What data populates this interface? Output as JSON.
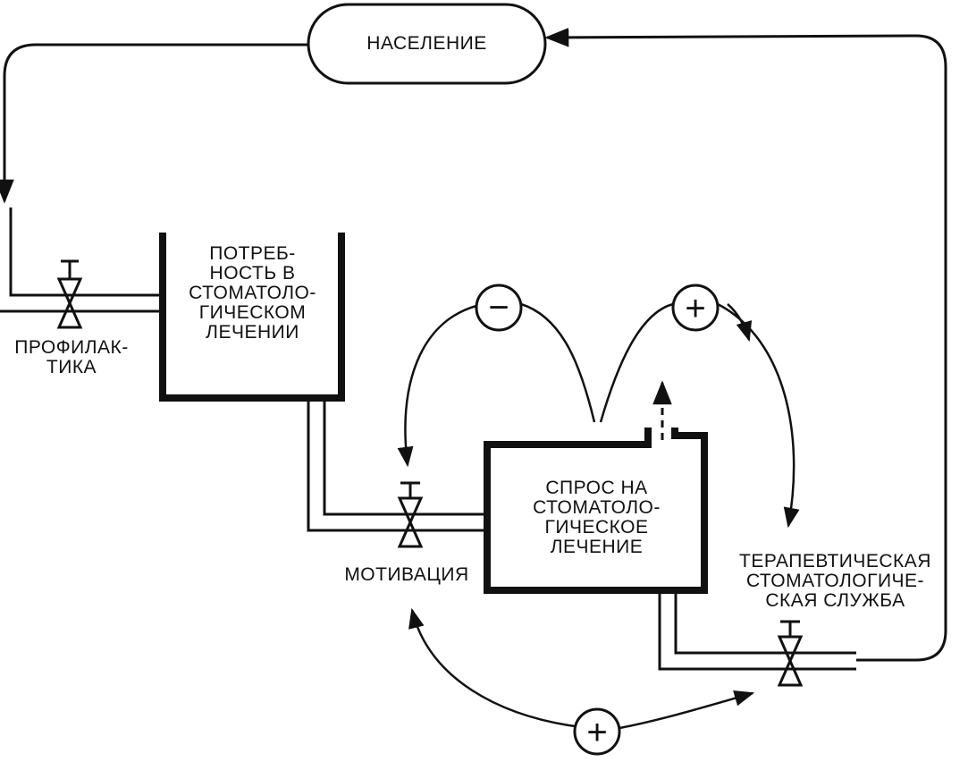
{
  "nodes": {
    "population": "НАСЕЛЕНИЕ",
    "need_lines": [
      "ПОТРЕБ-",
      "НОСТЬ В",
      "СТОМАТОЛО-",
      "ГИЧЕСКОМ",
      "ЛЕЧЕНИИ"
    ],
    "demand_lines": [
      "СПРОС НА",
      "СТОМАТОЛО-",
      "ГИЧЕСКОЕ",
      "ЛЕЧЕНИЕ"
    ]
  },
  "valves": {
    "prevention_lines": [
      "ПРОФИЛАК-",
      "ТИКА"
    ],
    "motivation": "МОТИВАЦИЯ",
    "service_lines": [
      "ТЕРАПЕВТИЧЕСКАЯ",
      "СТОМАТОЛОГИЧЕ-",
      "СКАЯ СЛУЖБА"
    ]
  },
  "influences": {
    "negative": "−",
    "positive_top": "+",
    "positive_bottom": "+"
  }
}
